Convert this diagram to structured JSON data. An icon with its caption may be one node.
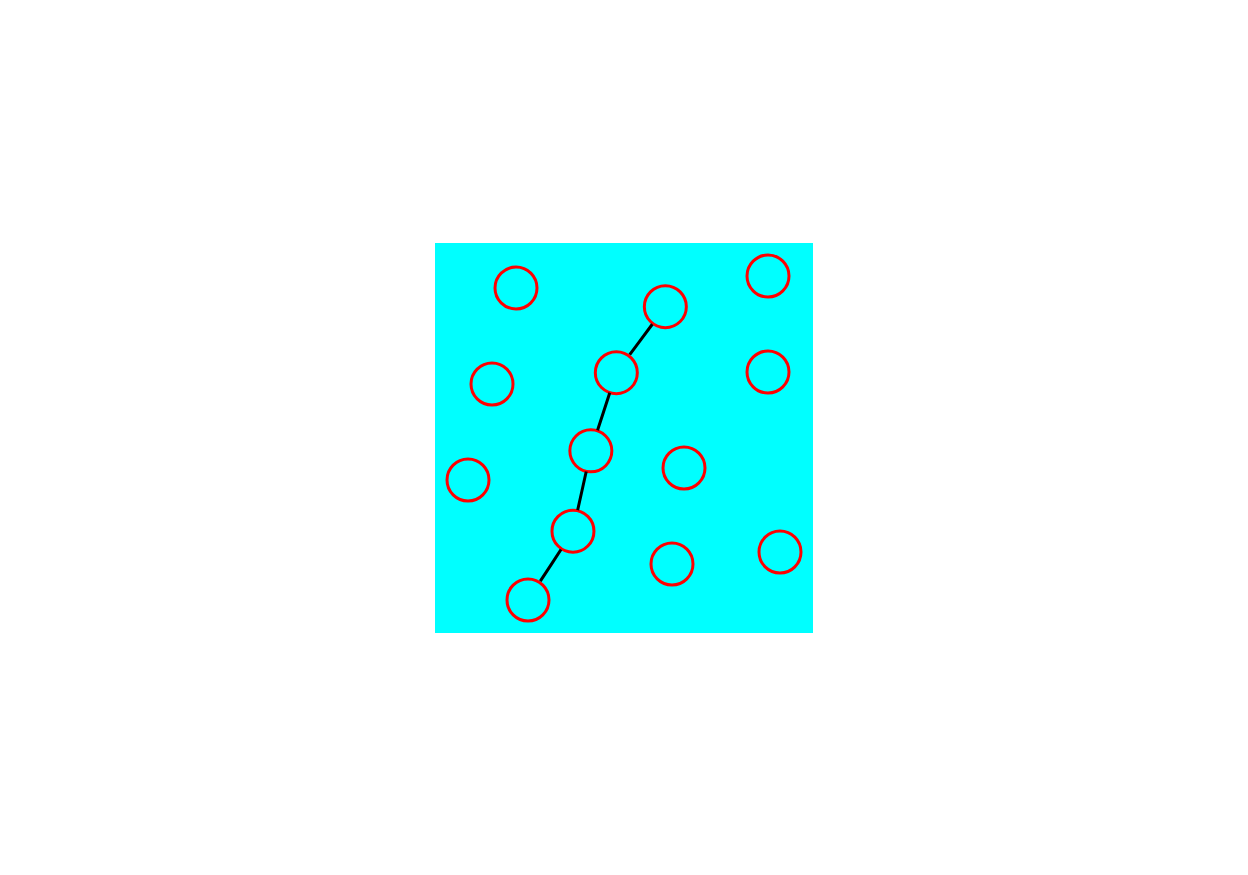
{
  "diagram": {
    "nodes": [
      {
        "text": [],
        "shape": "circle"
      },
      {
        "text": [],
        "shape": "circle"
      },
      {
        "text": [],
        "shape": "circle"
      },
      {
        "text": [],
        "shape": "circle"
      },
      {
        "text": [],
        "shape": "circle"
      },
      {
        "text": [],
        "shape": "circle"
      },
      {
        "text": [],
        "shape": "circle"
      },
      {
        "text": [],
        "shape": "circle"
      },
      {
        "text": [],
        "shape": "circle"
      },
      {
        "text": [],
        "shape": "circle"
      },
      {
        "text": [],
        "shape": "circle"
      },
      {
        "text": [],
        "shape": "circle"
      },
      {
        "text": [],
        "shape": "circle"
      }
    ],
    "edges": [
      {
        "from": 1,
        "to": 4,
        "arrow": "none"
      },
      {
        "from": 4,
        "to": 7,
        "arrow": "none"
      },
      {
        "from": 7,
        "to": 11,
        "arrow": "none"
      },
      {
        "from": 11,
        "to": 12,
        "arrow": "none"
      }
    ]
  }
}
